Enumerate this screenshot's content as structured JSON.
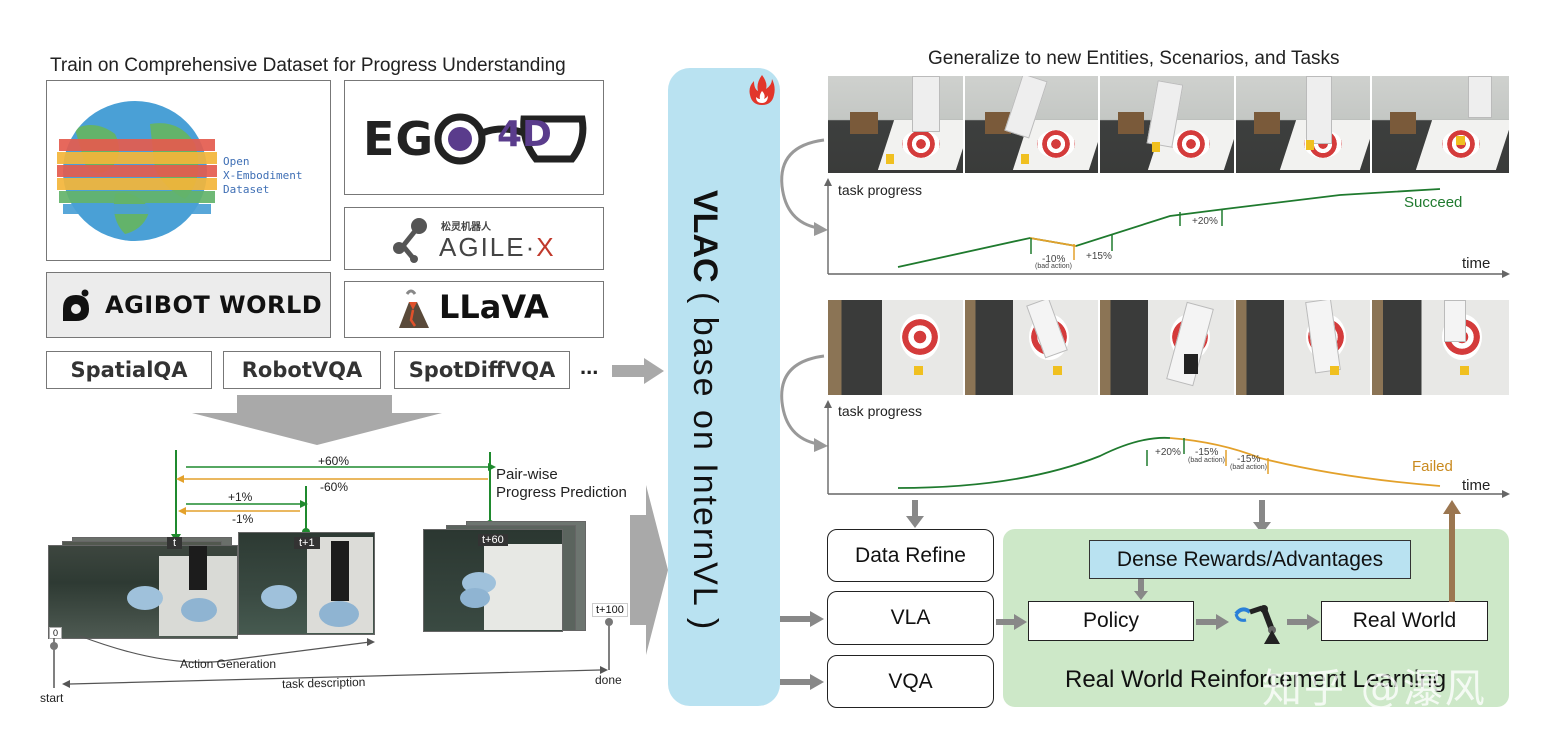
{
  "left": {
    "title": "Train on Comprehensive Dataset for Progress Understanding",
    "oxe_label": "Open\nX-Embodiment\nDataset",
    "ego_text_left": "EG",
    "ego_text_right": "4D",
    "agile_small": "松灵机器人",
    "agile_text": "AGILE",
    "agile_x": "X",
    "agibot_text": "AGIBOT WORLD",
    "llava_text": "LLaVA",
    "qa_items": [
      "SpatialQA",
      "RobotVQA",
      "SpotDiffVQA"
    ],
    "qa_more": "...",
    "pair": {
      "plus60": "+60%",
      "minus60": "-60%",
      "plus1": "+1%",
      "minus1": "-1%",
      "label": "Pair-wise\nProgress Prediction",
      "t": "t",
      "t1": "t+1",
      "t60": "t+60",
      "t100": "t+100",
      "zero": "0",
      "start": "start",
      "done": "done",
      "action_generation": "Action Generation",
      "task_description": "task description"
    }
  },
  "vlac": {
    "main": "VLAC",
    "sub": "( base on InternVL )"
  },
  "right": {
    "title": "Generalize to new Entities, Scenarios, and Tasks",
    "top_chart": {
      "ylabel": "task progress",
      "xlabel": "time",
      "result": "Succeed",
      "ann_minus10": "-10%",
      "ann_bad": "(bad action)",
      "ann_plus15": "+15%",
      "ann_plus20": "+20%"
    },
    "bottom_chart": {
      "ylabel": "task progress",
      "xlabel": "time",
      "result": "Failed",
      "ann_plus20": "+20%",
      "ann_minus15a": "-15%",
      "ann_bad_a": "(bad action)",
      "ann_minus15b": "-15%",
      "ann_bad_b": "(bad action)"
    },
    "data_refine": "Data Refine",
    "vla": "VLA",
    "vqa": "VQA",
    "dense_rewards": "Dense Rewards/Advantages",
    "policy": "Policy",
    "real_world": "Real World",
    "rl_label": "Real World Reinforcement Learning",
    "watermark": "知乎 @瀑风"
  },
  "colors": {
    "vlac_bg": "#b9e2f1",
    "rl_bg": "#cde8c8",
    "dense_bg": "#b9e2f1",
    "green_line": "#1f7a2e",
    "orange_line": "#e3a12b",
    "brown_arrow": "#9b7650",
    "grey_arrow": "#a9a9a9"
  }
}
